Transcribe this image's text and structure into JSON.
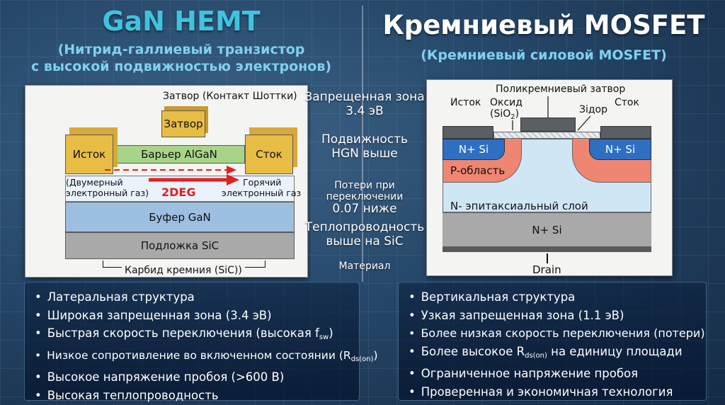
{
  "gan": {
    "title": "GaN HEMT",
    "subtitle_line1": "(Нитрид-галлиевый транзистор",
    "subtitle_line2": "с высокой подвижностью электронов)",
    "gate_contact_label": "Затвор (Контакт Шоттки)",
    "gate": "Затвор",
    "source": "Исток",
    "drain": "Сток",
    "barrier": "Барьер AlGaN",
    "twodeg_left_line1": "(Двумерный",
    "twodeg_left_line2": "электронный газ)",
    "twodeg": "2DEG",
    "hot_gas_line1": "Горячий",
    "hot_gas_line2": "электронный газ",
    "buffer": "Буфер GaN",
    "substrate": "Подложка SiC",
    "sic_label": "Карбид кремния (SiC))",
    "bullets": [
      "Латеральная структура",
      "Широкая запрещенная зона (3.4 эВ)",
      "Быстрая скорость переключения (высокая f",
      "Низкое сопротивление во включенном состоянии (R",
      "Высокое напряжение пробоя (>600 В)",
      "Высокая теплопроводность"
    ],
    "sub_fsw": "sw",
    "sub_rds": "ds(on)",
    "suffix_fsw": ")",
    "suffix_rds": ")"
  },
  "center": {
    "bandgap_line1": "Запрещенная зона",
    "bandgap_line2": "3.4 эВ",
    "mobility_line1": "Подвижность",
    "mobility_line2": "HGN выше",
    "losses_line1": "Потери при переключении",
    "losses_line2": "0.07 ниже",
    "thermal_line1": "Теплопроводность",
    "thermal_line2": "выше на SiC",
    "material": "Материал"
  },
  "mosfet": {
    "title": "Кремниевый MOSFET",
    "subtitle": "(Кремниевый силовой MOSFET)",
    "poly_gate": "Поликремниевый затвор",
    "source": "Исток",
    "oxide_line1": "Оксид",
    "oxide_line2a": "(SiO",
    "oxide_sub": "2",
    "oxide_line2b": ")",
    "zidor": "Зідор",
    "drain_top": "Сток",
    "n_si_left": "N+ Si",
    "n_si_right": "N+ Si",
    "p_region": "P-область",
    "n_epi": "N- эпитаксиальный слой",
    "n_si_bottom": "N+ Si",
    "drain_bottom": "Drain",
    "bullets": [
      "Вертикальная структура",
      "Узкая запрещенная зона (1.1 эВ)",
      "Более низкая скорость переключения (потери)",
      "Более высокое R",
      "Ограниченное напряжение пробоя",
      "Проверенная и экономичная технология"
    ],
    "sub_rds": "ds(on)",
    "suffix_rds": " на единицу площади"
  },
  "colors": {
    "gold": "#e8bd45",
    "green": "#a8d48a",
    "buffer": "#9dbfe0",
    "substrate": "#a9a9a9",
    "nsi": "#2e6fc2",
    "pregion": "#ee8672",
    "epi": "#cfe6f5",
    "accent_cyan": "#3fc3e0",
    "red": "#e02020"
  }
}
